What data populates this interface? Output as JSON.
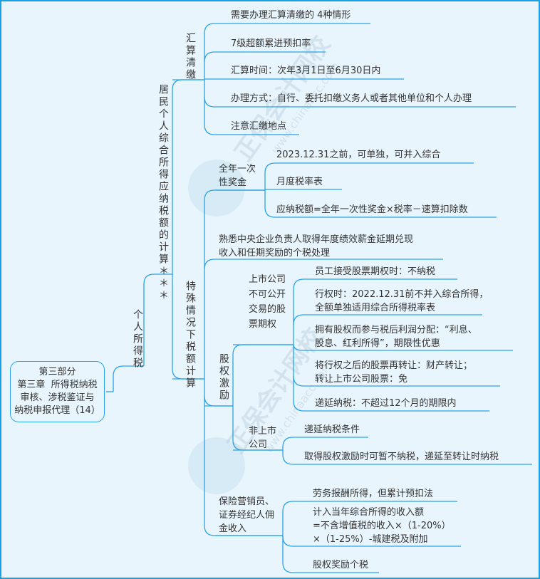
{
  "colors": {
    "line": "#2aa4e6",
    "background": "#e9f5fd",
    "text": "#333333"
  },
  "watermark": {
    "brand": "正保会计网校",
    "url": "www.chinaacc.com"
  },
  "root": "第三部分\n第三章  所得税纳税\n审核、涉税鉴证与\n纳税申报代理（14）",
  "l1": "个人所得税",
  "l2": "居民个人综合所得应纳税额的计算＊＊＊",
  "huisuan": {
    "title": "汇算清缴",
    "items": [
      "需要办理汇算清缴的 4种情形",
      "7级超额累进预扣率",
      "汇算时间：次年3月1日至6月30日内",
      "办理方式：自行、委托扣缴义务人或者其他单位和个人办理",
      "注意汇缴地点"
    ]
  },
  "teshu": {
    "title": "特殊情况下税额计算",
    "bonus": {
      "title": "全年一次\n性奖金",
      "items": [
        "2023.12.31之前，可单独，可并入综合",
        "月度税率表",
        "应纳税额=全年一次性奖金×税率－速算扣除数"
      ]
    },
    "central": "熟悉中央企业负责人取得年度绩效薪金延期兑现\n收入和任期奖励的个税处理",
    "equity": {
      "title": "股权激励",
      "listed": {
        "title": "上市公司\n不可公开\n交易的股\n票期权",
        "items": [
          "员工接受股票期权时：不纳税",
          "行权时：2022.12.31前不并入综合所得，\n全额单独适用综合所得税率表",
          "拥有股权而参与税后利润分配：“利息、\n股息、红利所得”，期限性优惠",
          "将行权之后的股票再转让：财产转让；\n转让上市公司股票：免",
          "递延纳税：不超过12个月的期限内"
        ]
      },
      "unlisted": {
        "title": "非上市\n公司",
        "items": [
          "递延纳税条件",
          "取得股权激励时可暂不纳税，递延至转让时纳税"
        ]
      }
    },
    "insurance": {
      "title": "保险营销员、\n证券经纪人佣\n金收入",
      "items": [
        "劳务报酬所得，但累计预扣法",
        "计入当年综合所得的收入额\n=不含增值税的收入×（1-20%）\n×（1-25%）-城建税及附加",
        "股权奖励个税"
      ]
    }
  }
}
